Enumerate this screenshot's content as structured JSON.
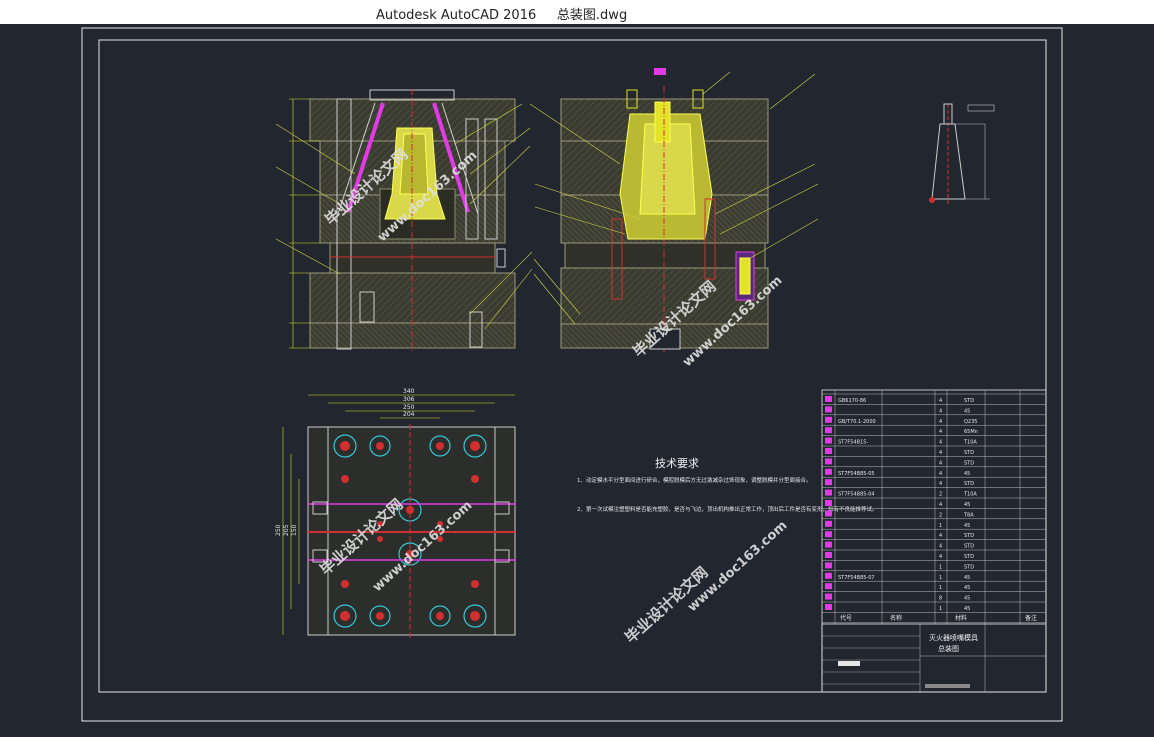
{
  "window": {
    "app_title": "Autodesk AutoCAD 2016",
    "file_name": "总装图.dwg"
  },
  "tech_requirements": {
    "heading": "技术要求",
    "items": [
      "1、动定模水平分型面间进行研合，模腔脱模后方无过激减杂过饰现象，调整脱模并分型面接合。",
      "2、第一次试模注塑塑料是否能充塑胶，是否与飞边，顶出机构推出正常工作，顶出后工件是否有变形，如有不良能推荐试。"
    ]
  },
  "title_block": {
    "drawing_name_line1": "灭火器喷嘴模具",
    "drawing_name_line2": "总装图",
    "header_cols": [
      "代号",
      "名称",
      "材料",
      "备注"
    ]
  },
  "bom_rows": [
    {
      "code": "GB6170-86",
      "qty": "4",
      "mat": "STD"
    },
    {
      "code": "",
      "qty": "4",
      "mat": "45"
    },
    {
      "code": "GB/T70.1-2000",
      "qty": "4",
      "mat": "Q235"
    },
    {
      "code": "",
      "qty": "4",
      "mat": "65Mn"
    },
    {
      "code": "ST7F54B15-",
      "qty": "4",
      "mat": "T10A"
    },
    {
      "code": "",
      "qty": "4",
      "mat": "STD"
    },
    {
      "code": "",
      "qty": "4",
      "mat": "STD"
    },
    {
      "code": "ST7F54B85-05",
      "qty": "4",
      "mat": "45"
    },
    {
      "code": "",
      "qty": "4",
      "mat": "STD"
    },
    {
      "code": "ST7F54B85-04",
      "qty": "2",
      "mat": "T10A"
    },
    {
      "code": "",
      "qty": "4",
      "mat": "45"
    },
    {
      "code": "",
      "qty": "2",
      "mat": "T8A"
    },
    {
      "code": "",
      "qty": "1",
      "mat": "45"
    },
    {
      "code": "",
      "qty": "4",
      "mat": "STD"
    },
    {
      "code": "",
      "qty": "4",
      "mat": "STD"
    },
    {
      "code": "",
      "qty": "4",
      "mat": "STD"
    },
    {
      "code": "",
      "qty": "1",
      "mat": "STD"
    },
    {
      "code": "ST7F54B85-07",
      "qty": "1",
      "mat": "45"
    },
    {
      "code": "",
      "qty": "1",
      "mat": "45"
    },
    {
      "code": "",
      "qty": "8",
      "mat": "45"
    },
    {
      "code": "",
      "qty": "1",
      "mat": "45"
    }
  ],
  "dimensions": {
    "top": [
      "340",
      "306",
      "250",
      "204"
    ],
    "left": [
      "250",
      "205",
      "150"
    ]
  },
  "watermark": {
    "cn": "毕业设计论文网",
    "url": "www.doc163.com"
  },
  "colors": {
    "background": "#21262f",
    "border": "#e6e6e6",
    "mold_fill": "#3d3d32",
    "yellow": "#e3e32a",
    "magenta": "#e23ae6",
    "red": "#d23030",
    "cyan": "#35c8d6"
  }
}
